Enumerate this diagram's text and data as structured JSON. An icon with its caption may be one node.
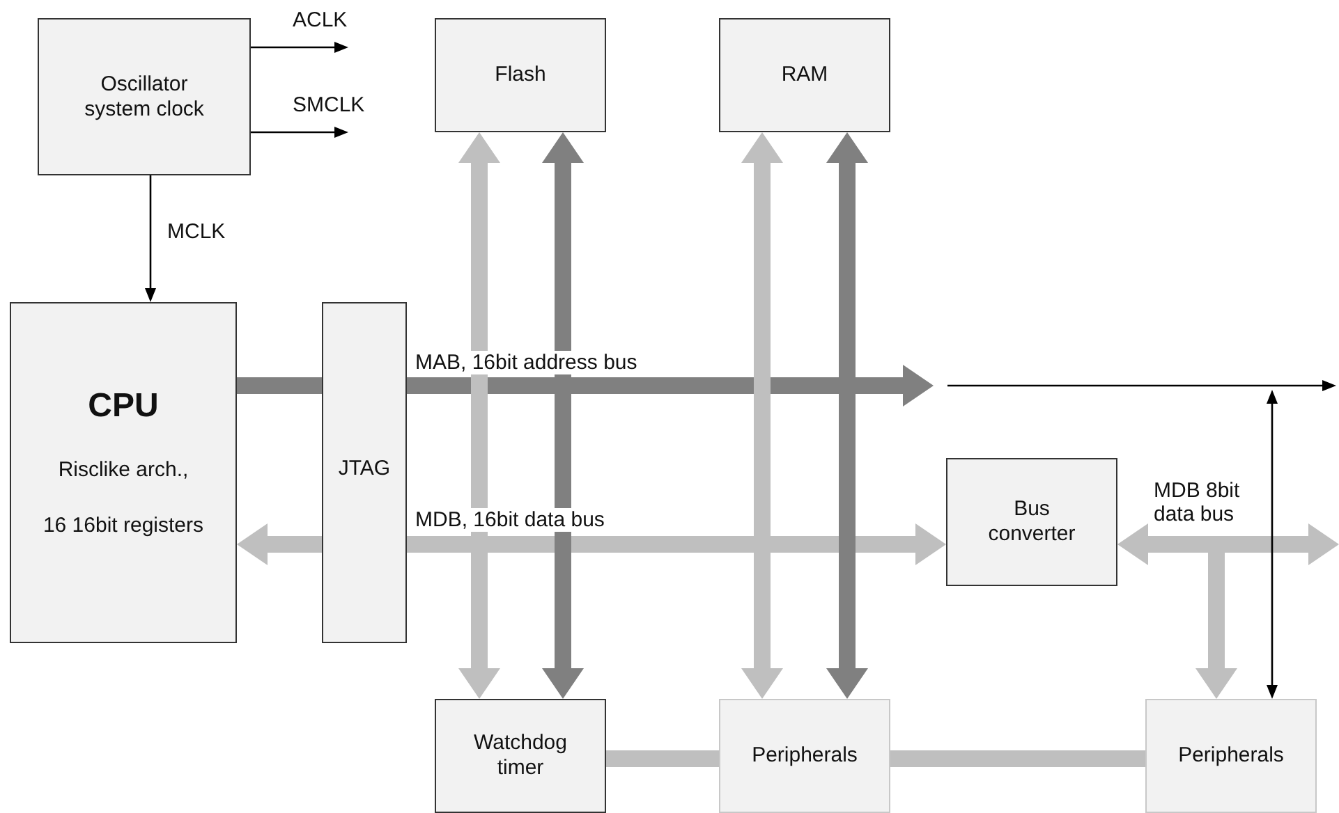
{
  "diagram": {
    "nodes": [
      {
        "text": [
          "Oscillator system clock"
        ]
      },
      {
        "text": [
          "Flash"
        ]
      },
      {
        "text": [
          "RAM"
        ]
      },
      {
        "text": [
          "CPU",
          "Risclike arch.,",
          "16 16bit registers"
        ]
      },
      {
        "text": [
          "JTAG"
        ]
      },
      {
        "text": [
          "Bus converter"
        ]
      },
      {
        "text": [
          "Watchdog timer"
        ]
      },
      {
        "text": [
          "Peripherals"
        ]
      },
      {
        "text": [
          "Peripherals"
        ]
      }
    ],
    "edges": [
      {
        "from": 0,
        "to": null,
        "arrow": "to",
        "label": "ACLK",
        "color": "#000000"
      },
      {
        "from": 0,
        "to": null,
        "arrow": "to",
        "label": "SMCLK",
        "color": "#000000"
      },
      {
        "from": 0,
        "to": 3,
        "arrow": "to",
        "label": "MCLK",
        "color": "#000000"
      },
      {
        "from": 3,
        "to": 4,
        "arrow": "none",
        "color": "#808080"
      },
      {
        "from": 4,
        "to": null,
        "arrow": "to",
        "label": "MAB, 16bit address bus",
        "color": "#808080"
      },
      {
        "from": 4,
        "to": 3,
        "arrow": "to",
        "color": "#bfbfbf"
      },
      {
        "from": 4,
        "to": 5,
        "arrow": "to",
        "label": "MDB, 16bit data bus",
        "color": "#bfbfbf"
      },
      {
        "from": 1,
        "to": 6,
        "arrow": "both",
        "color": "#bfbfbf"
      },
      {
        "from": 1,
        "to": 6,
        "arrow": "both",
        "color": "#808080"
      },
      {
        "from": 2,
        "to": 7,
        "arrow": "both",
        "color": "#bfbfbf"
      },
      {
        "from": 2,
        "to": 7,
        "arrow": "both",
        "color": "#808080"
      },
      {
        "from": 5,
        "to": null,
        "arrow": "both",
        "label": "MDB 8bit data bus",
        "color": "#bfbfbf"
      },
      {
        "from": null,
        "to": 8,
        "arrow": "to",
        "color": "#bfbfbf"
      },
      {
        "from": null,
        "to": 8,
        "arrow": "both",
        "color": "#000000"
      },
      {
        "from": 6,
        "to": 7,
        "arrow": "none",
        "color": "#bfbfbf"
      },
      {
        "from": 7,
        "to": 8,
        "arrow": "none",
        "color": "#bfbfbf"
      }
    ]
  }
}
